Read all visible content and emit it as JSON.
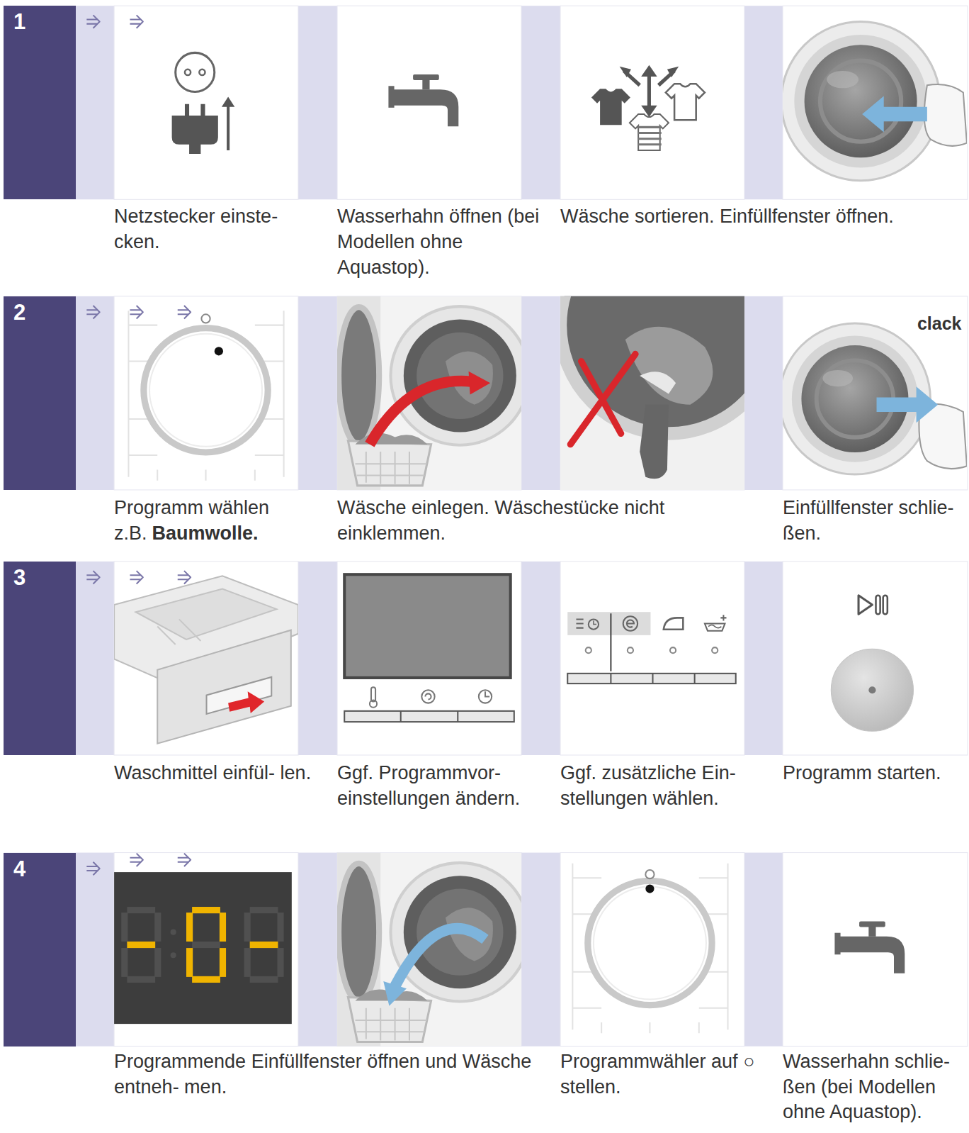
{
  "diagram": {
    "nodes": [
      {
        "text": [
          "1"
        ]
      },
      {
        "text": [
          "2"
        ]
      },
      {
        "text": [
          "3"
        ]
      },
      {
        "text": [
          "4"
        ]
      }
    ],
    "labels": [
      "Netzstecker einste- cken.",
      "Wasserhahn öffnen (bei Modellen ohne Aquastop).",
      "Wäsche sortieren. Einfüllfenster öffnen.",
      "clack",
      "Programm wählen z.B.",
      "Baumwolle.",
      "Wäsche einlegen. Wäschestücke nicht einklemmen.",
      "Einfüllfenster schlie- ßen.",
      "Waschmittel einfül- len.",
      "Ggf. Programmvor- einstellungen ändern.",
      "Ggf. zusätzliche Ein- stellungen wählen.",
      "Programm starten.",
      "Programmende Einfüllfenster öffnen und Wäsche entneh- men.",
      "Programmwähler auf ○ stellen.",
      "Wasserhahn schlie- ßen (bei Modellen ohne Aquastop)."
    ]
  }
}
